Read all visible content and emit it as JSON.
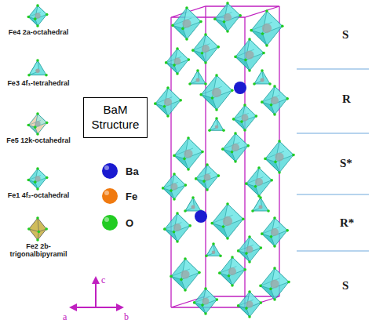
{
  "diagram": {
    "nodes": [
      {
        "text": [
          "BaM Structure"
        ]
      }
    ],
    "labels": [
      "S",
      "R",
      "S*",
      "R*",
      "S",
      "c",
      "a",
      "b"
    ],
    "legend": [
      {
        "text": "Fe4 2a-octahedral"
      },
      {
        "text": "Fe3 4f₁-tetrahedral"
      },
      {
        "text": "Fe5 12k-octahedral"
      },
      {
        "text": "Fe1 4f₂-octahedral"
      },
      {
        "text": "Fe2 2b-trigonalbipyramil"
      },
      {
        "text": "Ba",
        "color": "#1a1ad0"
      },
      {
        "text": "Fe",
        "color": "#f07a10"
      },
      {
        "text": "O",
        "color": "#22cc22"
      }
    ]
  }
}
